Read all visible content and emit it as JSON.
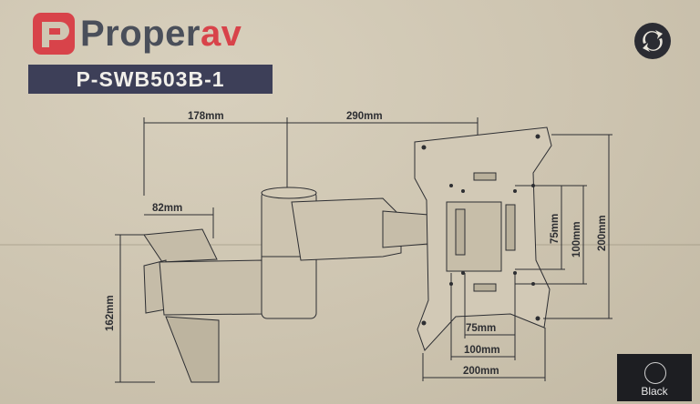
{
  "brand": {
    "name_part1": "Proper",
    "name_part2": "av"
  },
  "model": "P-SWB503B-1",
  "dimensions": {
    "arm_left": "178mm",
    "arm_right": "290mm",
    "wall_plate_depth": "82mm",
    "wall_plate_height": "162mm",
    "vesa_h_small": "75mm",
    "vesa_h_mid": "100mm",
    "vesa_h_large": "200mm",
    "vesa_v_small": "75mm",
    "vesa_v_mid": "100mm",
    "vesa_v_large": "200mm"
  },
  "color_swatch": {
    "label": "Black",
    "color": "#1d1e22"
  },
  "icons": {
    "logo": "properav-logo-icon",
    "recycle": "recycle-icon"
  }
}
